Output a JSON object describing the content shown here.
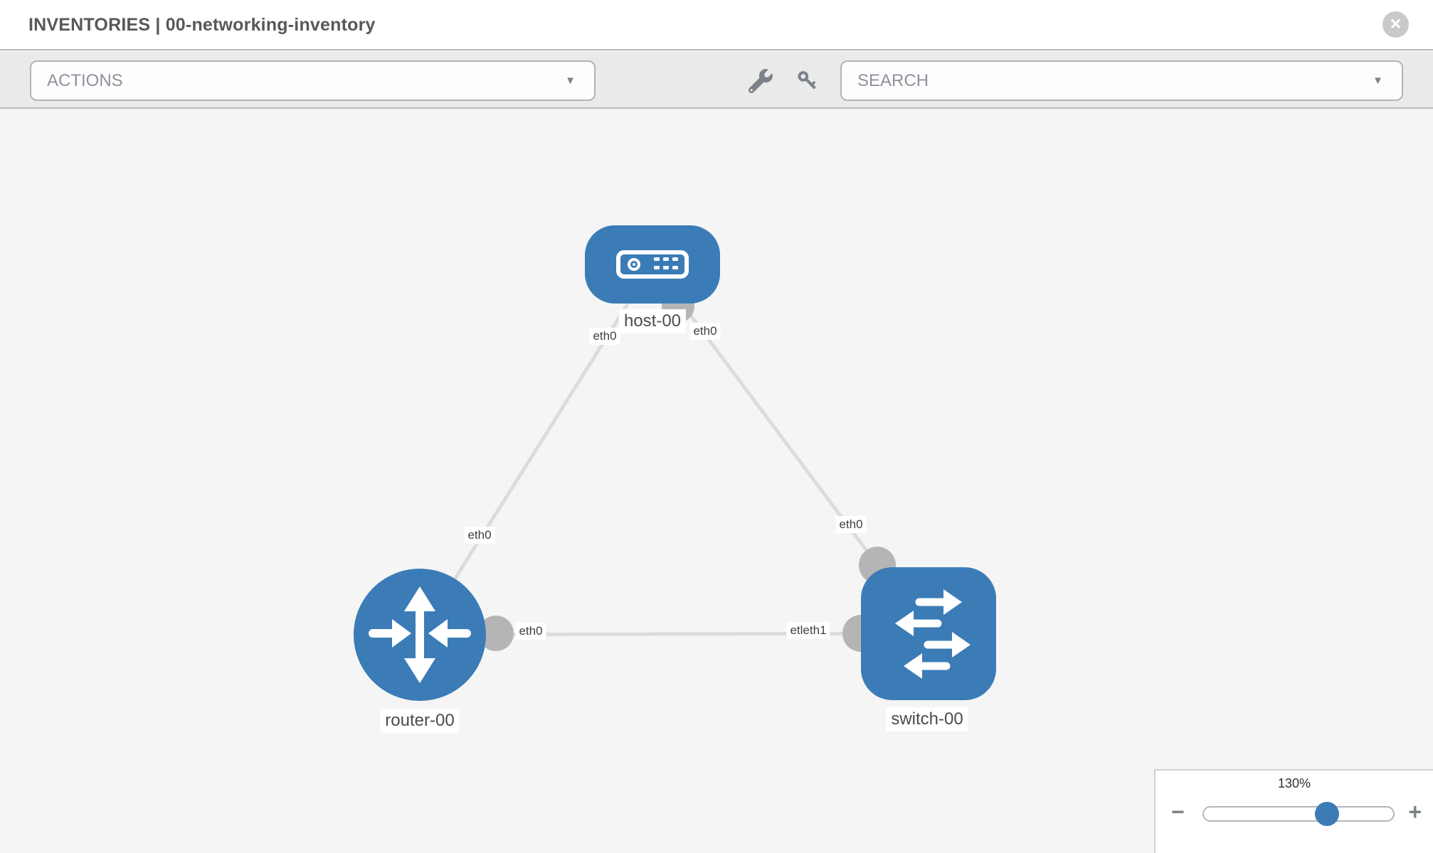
{
  "header": {
    "title": "INVENTORIES | 00-networking-inventory"
  },
  "toolbar": {
    "actions_dropdown": {
      "label": "ACTIONS"
    },
    "search_dropdown": {
      "placeholder": "SEARCH"
    },
    "icons": [
      "wrench",
      "key"
    ]
  },
  "glyphs": {
    "caret_down": "▼",
    "close_x": "✕",
    "minus": "−",
    "plus": "+"
  },
  "topology": {
    "nodes": [
      {
        "id": "host-00",
        "label": "host-00",
        "type": "host",
        "shape": "rounded-rectangle"
      },
      {
        "id": "router-00",
        "label": "router-00",
        "type": "router",
        "shape": "circle"
      },
      {
        "id": "switch-00",
        "label": "switch-00",
        "type": "switch",
        "shape": "rounded-square"
      }
    ],
    "links": [
      {
        "from": "host-00",
        "from_iface": "eth0",
        "to": "router-00",
        "to_iface": "eth0"
      },
      {
        "from": "host-00",
        "from_iface": "eth0",
        "to": "switch-00",
        "to_iface": "eth0"
      },
      {
        "from": "router-00",
        "from_iface": "eth0",
        "to": "switch-00",
        "to_iface": "eth1"
      }
    ],
    "iface_labels": {
      "host_left": "eth0",
      "host_right": "eth0",
      "link_host_router_mid": "eth0",
      "router_right": "eth0",
      "switch_top": "eth0",
      "switch_left_overlapped": "etleth1"
    }
  },
  "zoom_control": {
    "level": "130%"
  },
  "colors": {
    "node_blue": "#3b7cb7",
    "link_gray": "#dcdcdc",
    "interface_gray": "#b5b5b5",
    "canvas_bg": "#f5f5f5",
    "toolbar_bg": "#eaeaea",
    "slider_thumb": "#3b7cb7"
  }
}
